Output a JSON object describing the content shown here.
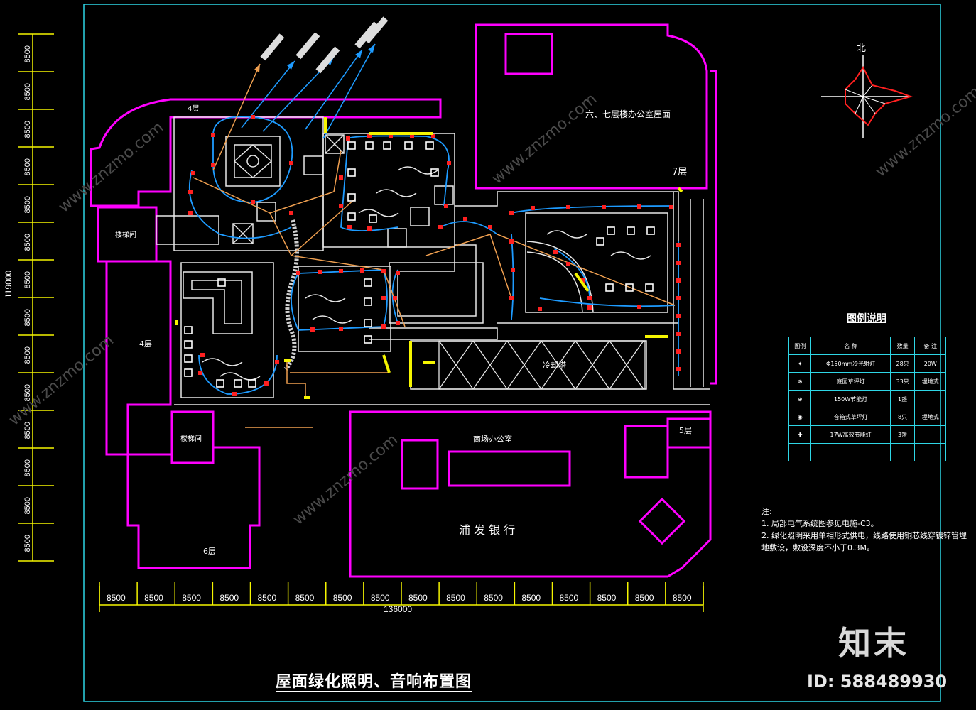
{
  "drawing_title": "屋面绿化照明、音响布置图",
  "watermark_brand": "知末",
  "watermark_id": "ID: 588489930",
  "dimensions": {
    "horizontal_segment": "8500",
    "horizontal_total": "136000",
    "vertical_segment": "8500",
    "vertical_total": "119000"
  },
  "room_labels": {
    "office_building": "六、七层楼办公室屋面",
    "floor7": "7层",
    "floor4_top": "4层",
    "floor4_left": "4层",
    "elevator_top": "楼梯间",
    "elevator_bottom": "楼梯间",
    "floor6": "6层",
    "floor5": "5层",
    "commercial": "商场办公室",
    "bank": "浦 发 银 行",
    "cooling": "冷却塔"
  },
  "legend": {
    "title": "图例说明",
    "headers": [
      "图例",
      "名 称",
      "数量",
      "备 注"
    ],
    "rows": [
      {
        "symbol": "✦",
        "name": "Φ150mm冷光射灯",
        "qty": "28只",
        "note": "20W"
      },
      {
        "symbol": "⊗",
        "name": "庭园草坪灯",
        "qty": "33只",
        "note": "埋地式"
      },
      {
        "symbol": "⊕",
        "name": "150W节能灯",
        "qty": "1盏",
        "note": ""
      },
      {
        "symbol": "◉",
        "name": "音箱式草坪灯",
        "qty": "8只",
        "note": "埋地式"
      },
      {
        "symbol": "✚",
        "name": "17W高效节能灯",
        "qty": "3盏",
        "note": ""
      },
      {
        "symbol": "",
        "name": "",
        "qty": "",
        "note": ""
      }
    ]
  },
  "notes": {
    "heading": "注:",
    "line1": "1. 局部电气系统图参见电施-C3。",
    "line2": "2. 绿化照明采用单相形式供电，线路使用铜芯线穿镀锌管埋地敷设，敷设深度不小于0.3M。"
  },
  "compass_label": "北",
  "colors": {
    "magenta": "#ff00ff",
    "cyan_frame": "#2ed6e6",
    "blue_wire": "#1e9bff",
    "orange_wire": "#f0a050",
    "yellow": "#f5f500",
    "red_light": "#ff2020"
  }
}
